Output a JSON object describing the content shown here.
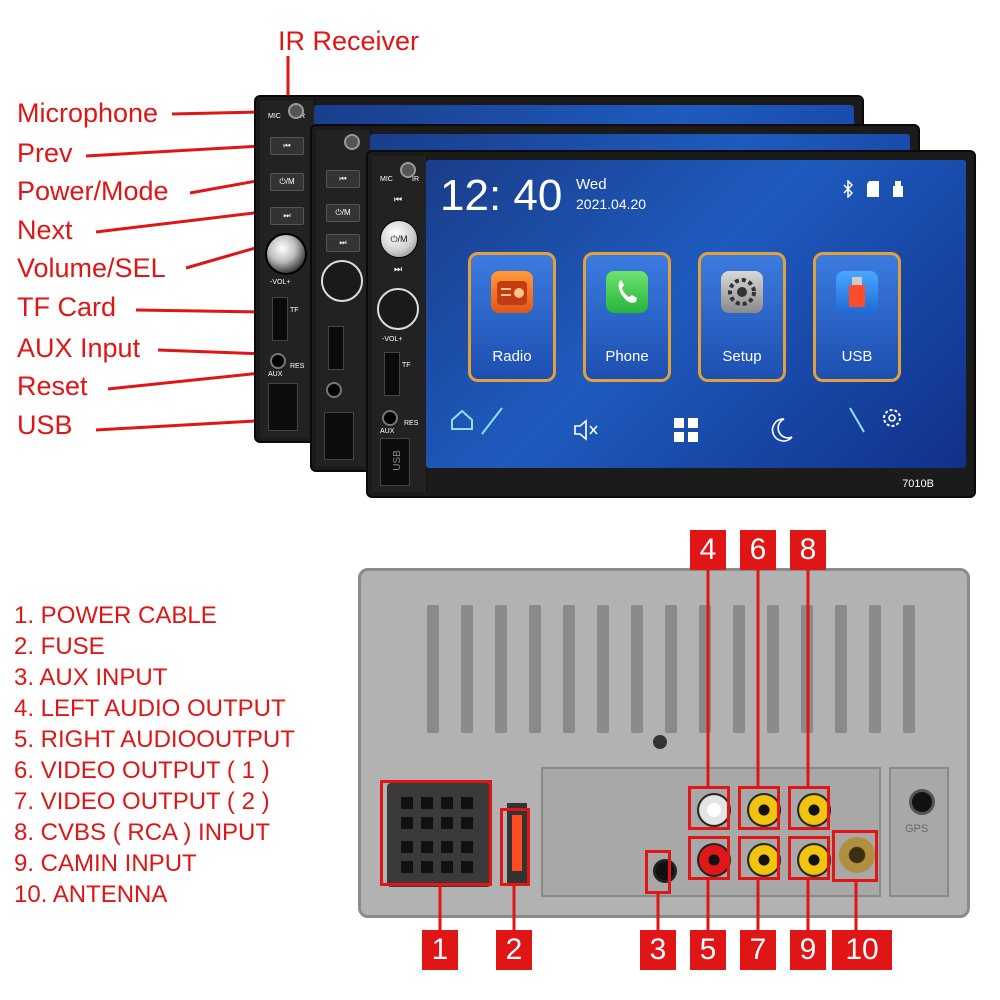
{
  "callouts": {
    "ir_receiver": "IR Receiver",
    "microphone": "Microphone",
    "prev": "Prev",
    "power_mode": "Power/Mode",
    "next": "Next",
    "volume_sel": "Volume/SEL",
    "tf_card": "TF Card",
    "aux_input": "AUX Input",
    "reset": "Reset",
    "usb": "USB"
  },
  "device": {
    "time": "12: 40",
    "day": "Wed",
    "date": "2021.04.20",
    "model": "7010B",
    "mic_label": "MIC",
    "ir_label": "IR",
    "power_btn": "⏻/M",
    "prev_btn": "⏮",
    "next_btn": "⏭",
    "vol_label": "-VOL+",
    "tf_label": "TF",
    "aux_label": "AUX",
    "res_label": "RES",
    "usb_port_label": "USB",
    "apps": [
      {
        "label": "Radio",
        "icon": "radio-icon"
      },
      {
        "label": "Phone",
        "icon": "phone-icon"
      },
      {
        "label": "Setup",
        "icon": "setup-icon"
      },
      {
        "label": "USB",
        "icon": "usb-drive-icon"
      }
    ],
    "status_icons": [
      "bluetooth-icon",
      "sd-card-icon",
      "usb-icon"
    ],
    "dock_icons": [
      "home-icon",
      "mute-icon",
      "apps-grid-icon",
      "moon-icon",
      "settings-icon"
    ]
  },
  "legend": [
    "1. POWER CABLE",
    "2. FUSE",
    "3. AUX INPUT",
    "4. LEFT AUDIO OUTPUT",
    "5. RIGHT AUDIOOUTPUT",
    "6. VIDEO OUTPUT ( 1 )",
    "7. VIDEO OUTPUT ( 2 )",
    "8. CVBS ( RCA ) INPUT",
    "9. CAMIN INPUT",
    "10. ANTENNA"
  ],
  "markers": [
    "1",
    "2",
    "3",
    "4",
    "5",
    "6",
    "7",
    "8",
    "9",
    "10"
  ],
  "back_labels": {
    "gps": "GPS"
  },
  "colors": {
    "callout": "#e01515",
    "tile_border": "#e2a03a",
    "screen": "#1e5bbf"
  }
}
